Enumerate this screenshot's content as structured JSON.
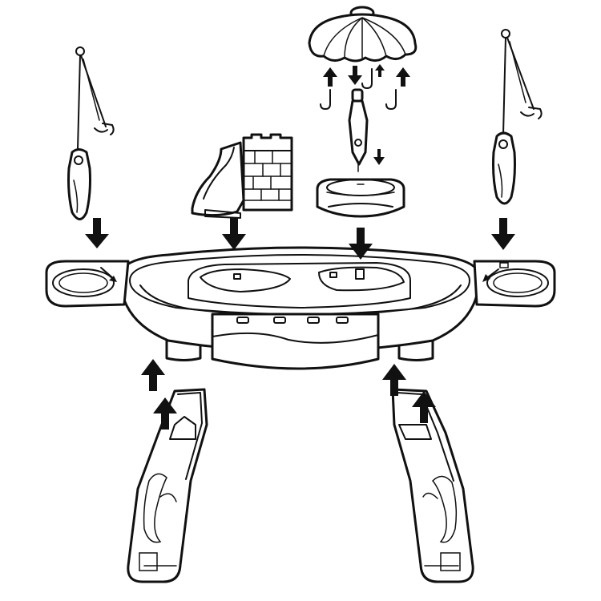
{
  "diagram": {
    "kind": "assembly-illustration",
    "line_color": "#111111",
    "background": "#ffffff",
    "parts": [
      "base-tray",
      "left-tray-cup",
      "right-tray-cup",
      "left-fishing-rod",
      "right-fishing-rod",
      "castle-slide",
      "umbrella-canopy",
      "umbrella-pole",
      "umbrella-hub",
      "left-leg",
      "right-leg"
    ],
    "arrows": [
      {
        "name": "arrow-left-rod-down",
        "direction": "down"
      },
      {
        "name": "arrow-castle-down",
        "direction": "down"
      },
      {
        "name": "arrow-hub-down",
        "direction": "down"
      },
      {
        "name": "arrow-right-rod-down",
        "direction": "down"
      },
      {
        "name": "arrow-canopy-left-up",
        "direction": "up"
      },
      {
        "name": "arrow-canopy-center-down",
        "direction": "down"
      },
      {
        "name": "arrow-canopy-right-up",
        "direction": "up"
      },
      {
        "name": "arrow-pole-down",
        "direction": "down"
      },
      {
        "name": "arrow-left-leg-up-outer",
        "direction": "up"
      },
      {
        "name": "arrow-left-leg-up-inner",
        "direction": "up"
      },
      {
        "name": "arrow-right-leg-up-outer",
        "direction": "up"
      },
      {
        "name": "arrow-right-leg-up-inner",
        "direction": "up"
      }
    ]
  }
}
